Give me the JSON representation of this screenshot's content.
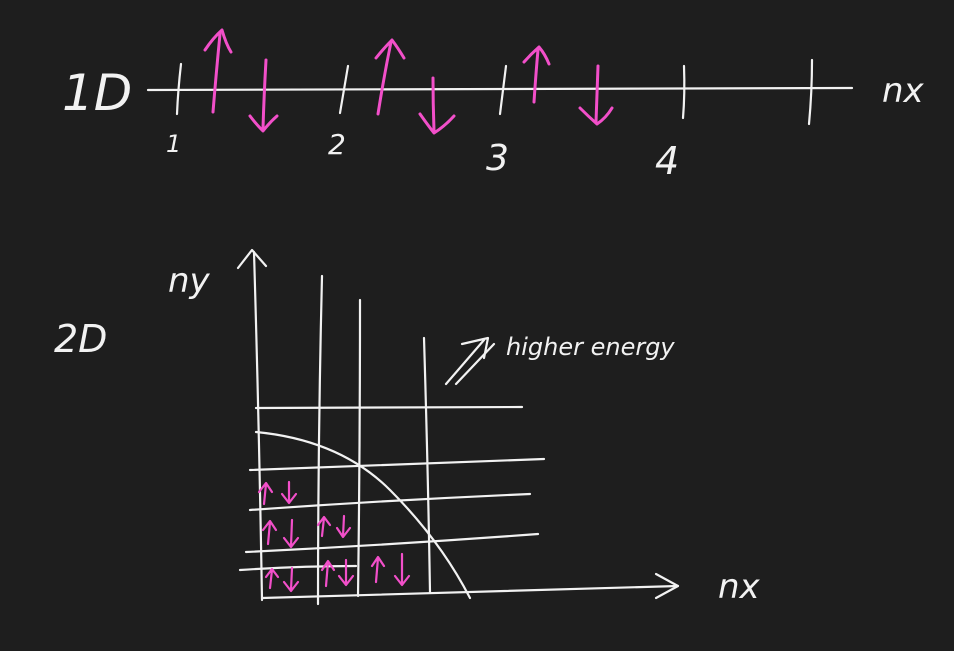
{
  "colors": {
    "background": "#1e1e1e",
    "ink": "#f2f2f2",
    "spin": "#f24fc9"
  },
  "oneD": {
    "label": "1D",
    "axis_label": "nx",
    "ticks": [
      "1",
      "2",
      "3",
      "4"
    ],
    "spin_pairs": [
      {
        "level": "1",
        "spins": [
          "up",
          "down"
        ]
      },
      {
        "level": "2",
        "spins": [
          "up",
          "down"
        ]
      },
      {
        "level": "3",
        "spins": [
          "up",
          "down"
        ]
      }
    ]
  },
  "twoD": {
    "label": "2D",
    "y_axis_label": "ny",
    "x_axis_label": "nx",
    "annotation": "higher energy",
    "occupied_cells": [
      {
        "nx": 1,
        "ny": 1,
        "spins": [
          "up",
          "down"
        ]
      },
      {
        "nx": 2,
        "ny": 1,
        "spins": [
          "up",
          "down"
        ]
      },
      {
        "nx": 3,
        "ny": 1,
        "spins": [
          "up",
          "down"
        ]
      },
      {
        "nx": 1,
        "ny": 2,
        "spins": [
          "up",
          "down"
        ]
      },
      {
        "nx": 2,
        "ny": 2,
        "spins": [
          "up",
          "down"
        ]
      },
      {
        "nx": 1,
        "ny": 3,
        "spins": [
          "up",
          "down"
        ]
      }
    ]
  }
}
